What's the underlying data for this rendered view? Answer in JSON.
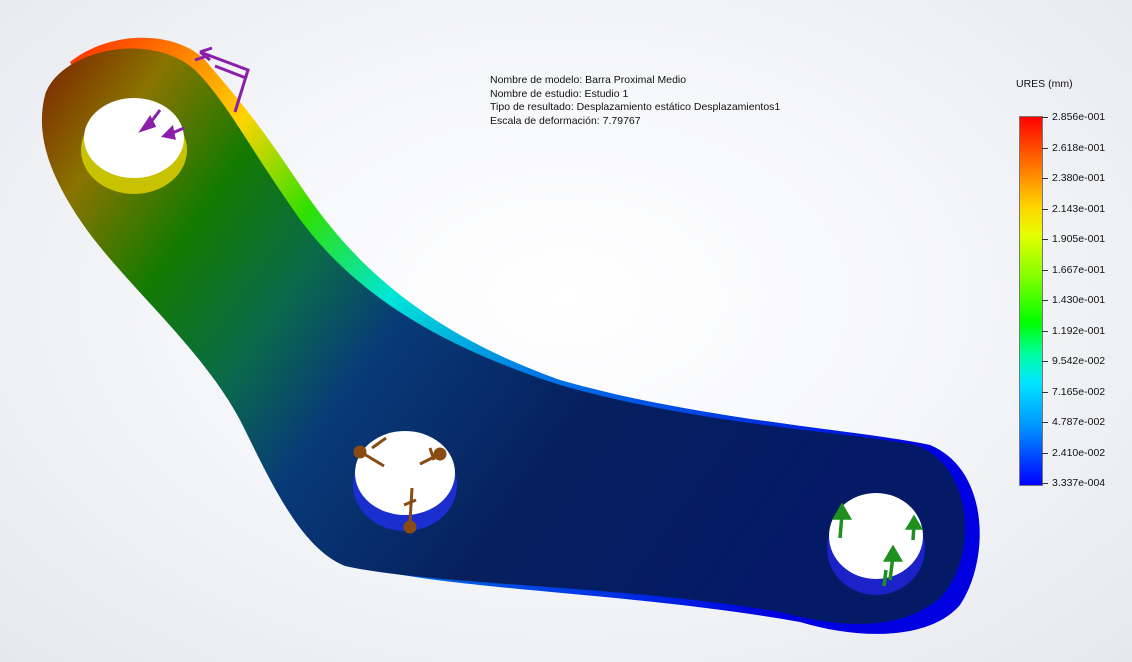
{
  "study_info": {
    "model_name": "Nombre de modelo: Barra Proximal Medio",
    "study_name": "Nombre de estudio: Estudio 1",
    "result_type": "Tipo de resultado: Desplazamiento estático Desplazamientos1",
    "deformation_scale": "Escala de deformación: 7.79767"
  },
  "legend": {
    "title": "URES (mm)",
    "values": [
      "2.856e-001",
      "2.618e-001",
      "2.380e-001",
      "2.143e-001",
      "1.905e-001",
      "1.667e-001",
      "1.430e-001",
      "1.192e-001",
      "9.542e-002",
      "7.165e-002",
      "4.787e-002",
      "2.410e-002",
      "3.337e-004"
    ]
  },
  "icons": {
    "load": "load-arrow-icon",
    "fixture": "fixture-arrow-icon",
    "fixed_hinge": "fixed-hinge-icon"
  },
  "colors": {
    "max": "#ff0000",
    "mid": "#00ff00",
    "min": "#0000ff",
    "load_arrows": "#8b1fa9",
    "fixture_arrows": "#1f8f1f",
    "hinge_arrows": "#8a4b12"
  }
}
